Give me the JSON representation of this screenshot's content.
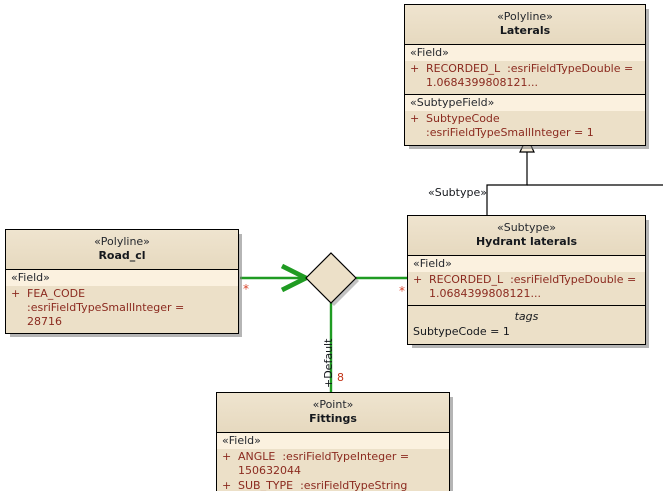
{
  "diagram": {
    "title": "UML class diagram",
    "background_color": "#ffffff",
    "class_fill_color": "#ece0c8",
    "band_fill_color": "#fbf1df",
    "attribute_text_color": "#8b2a1f",
    "association_color": "#1f9b22",
    "generalization_color": "#000000",
    "multiplicity_color": "#c23317"
  },
  "classes": {
    "laterals": {
      "stereotype": "«Polyline»",
      "name": "Laterals",
      "compartments": [
        {
          "band": "«Field»",
          "attributes": [
            {
              "visibility": "+",
              "text": "RECORDED_L  :esriFieldTypeDouble =\n1.0684399808121..."
            }
          ]
        },
        {
          "band": "«SubtypeField»",
          "attributes": [
            {
              "visibility": "+",
              "text": "SubtypeCode  :esriFieldTypeSmallInteger = 1"
            }
          ]
        }
      ]
    },
    "hydrant_laterals": {
      "stereotype": "«Subtype»",
      "name": "Hydrant laterals",
      "compartments": [
        {
          "band": "«Field»",
          "attributes": [
            {
              "visibility": "+",
              "text": "RECORDED_L  :esriFieldTypeDouble =\n1.0684399808121..."
            }
          ]
        }
      ],
      "tags": {
        "title": "tags",
        "rows": [
          "SubtypeCode = 1"
        ]
      }
    },
    "road_cl": {
      "stereotype": "«Polyline»",
      "name": "Road_cl",
      "compartments": [
        {
          "band": "«Field»",
          "attributes": [
            {
              "visibility": "+",
              "text": "FEA_CODE  :esriFieldTypeSmallInteger =\n28716"
            }
          ]
        }
      ]
    },
    "fittings": {
      "stereotype": "«Point»",
      "name": "Fittings",
      "compartments": [
        {
          "band": "«Field»",
          "attributes": [
            {
              "visibility": "+",
              "text": "ANGLE  :esriFieldTypeInteger = 150632044"
            },
            {
              "visibility": "+",
              "text": "SUB_TYPE  :esriFieldTypeString"
            }
          ]
        }
      ]
    }
  },
  "connectors": {
    "generalization": {
      "label": "«Subtype»",
      "from": "hydrant_laterals",
      "to": "laterals",
      "arrow": "hollow-triangle"
    },
    "assoc_road_to_junction": {
      "multiplicity_source": "*",
      "arrow": "open-arrow"
    },
    "assoc_junction_to_hydrant": {
      "multiplicity_target": "*"
    },
    "assoc_junction_to_fittings": {
      "role_label": "+Default",
      "multiplicity": "8"
    }
  }
}
